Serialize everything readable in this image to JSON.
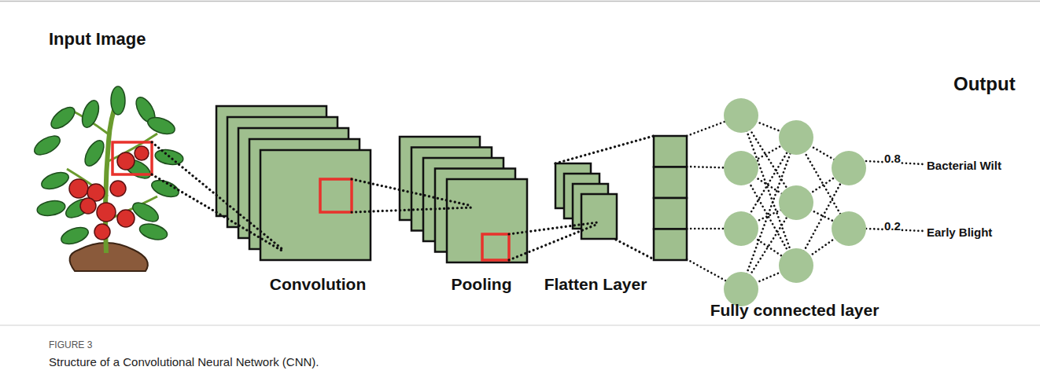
{
  "diagram": {
    "caption": "Structure of a Convolutional Neural Network (CNN).",
    "nodes": [
      {
        "text": [
          "Convolution"
        ]
      },
      {
        "text": [
          "Pooling"
        ]
      },
      {
        "text": [
          "Flatten Layer"
        ]
      },
      {
        "text": [
          "Fully connected layer"
        ]
      }
    ],
    "labels": [
      "Input Image",
      "Output",
      "0.8",
      "Bacterial Wilt",
      "0.2",
      "Early Blight",
      "FIGURE 3"
    ]
  }
}
